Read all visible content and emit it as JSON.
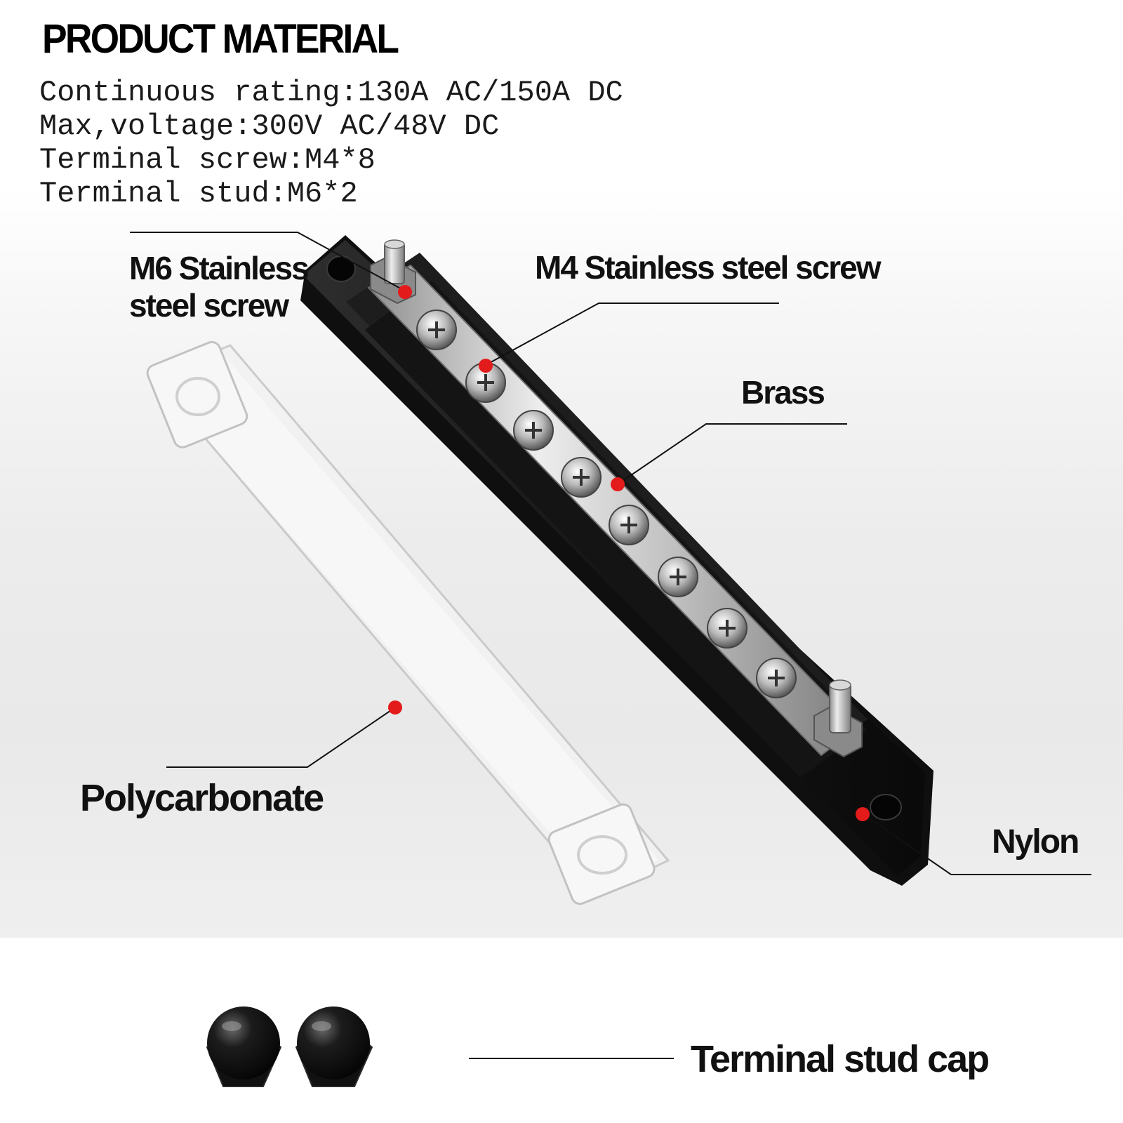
{
  "header": {
    "title": "PRODUCT MATERIAL",
    "specs": [
      "Continuous rating:130A AC/150A DC",
      "Max,voltage:300V AC/48V DC",
      "Terminal screw:M4*8",
      "Terminal stud:M6*2"
    ]
  },
  "callouts": {
    "m6_screw": [
      "M6 Stainless",
      "steel screw"
    ],
    "m4_screw": "M4 Stainless steel screw",
    "brass": "Brass",
    "polycarbonate": "Polycarbonate",
    "nylon": "Nylon",
    "stud_cap": "Terminal stud cap"
  },
  "colors": {
    "marker": "#e41b1b",
    "nylon_base": "#1b1b1b",
    "steel": "#c9c9c9"
  }
}
